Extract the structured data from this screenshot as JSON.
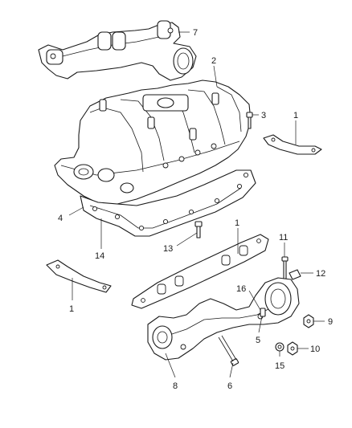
{
  "diagram": {
    "callouts": [
      {
        "id": "c7",
        "label": "7"
      },
      {
        "id": "c2",
        "label": "2"
      },
      {
        "id": "c3",
        "label": "3"
      },
      {
        "id": "c1a",
        "label": "1"
      },
      {
        "id": "c4",
        "label": "4"
      },
      {
        "id": "c14",
        "label": "14"
      },
      {
        "id": "c13",
        "label": "13"
      },
      {
        "id": "c1b",
        "label": "1"
      },
      {
        "id": "c11",
        "label": "11"
      },
      {
        "id": "c12",
        "label": "12"
      },
      {
        "id": "c1c",
        "label": "1"
      },
      {
        "id": "c16",
        "label": "16"
      },
      {
        "id": "c5",
        "label": "5"
      },
      {
        "id": "c9",
        "label": "9"
      },
      {
        "id": "c10",
        "label": "10"
      },
      {
        "id": "c15",
        "label": "15"
      },
      {
        "id": "c8",
        "label": "8"
      },
      {
        "id": "c6",
        "label": "6"
      }
    ]
  }
}
